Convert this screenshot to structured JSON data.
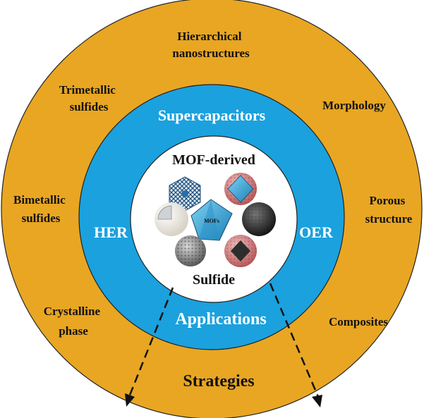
{
  "colors": {
    "outer_ring": "#E8A623",
    "middle_ring": "#1BA1DE",
    "center": "#FFFFFF",
    "outline": "#222222"
  },
  "center": {
    "title_top": "MOF-derived",
    "title_bottom": "Sulfide",
    "mof_label": "MOFs"
  },
  "applications": {
    "top": "Supercapacitors",
    "left": "HER",
    "right": "OER",
    "bottom": "Applications"
  },
  "strategies": {
    "title": "Strategies",
    "hierarchical": [
      "Hierarchical",
      "nanostructures"
    ],
    "trimetallic": [
      "Trimetallic",
      "sulfides"
    ],
    "morphology": [
      "Morphology"
    ],
    "bimetallic": [
      "Bimetallic",
      "sulfides"
    ],
    "porous": [
      "Porous",
      "structure"
    ],
    "crystalline": [
      "Crystalline",
      "phase"
    ],
    "composites": [
      "Composites"
    ]
  }
}
